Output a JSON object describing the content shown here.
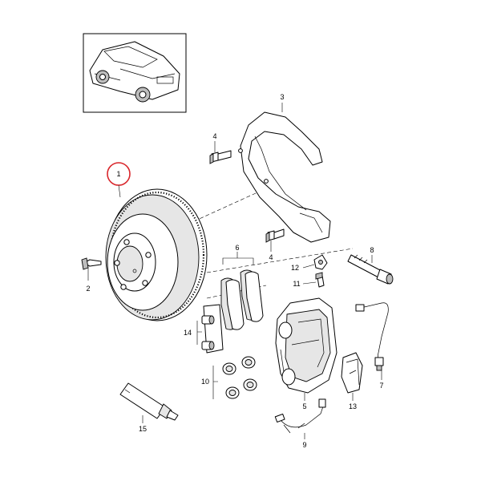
{
  "accent_color": "#d9262b",
  "highlighted_part": "1",
  "callouts": {
    "p1": "1",
    "p2": "2",
    "p3": "3",
    "p4a": "4",
    "p4b": "4",
    "p5": "5",
    "p6": "6",
    "p7": "7",
    "p8": "8",
    "p9": "9",
    "p10": "10",
    "p11": "11",
    "p12": "12",
    "p13": "13",
    "p14": "14",
    "p15": "15"
  },
  "icons": {
    "vehicle": "car-thumbnail-icon"
  }
}
